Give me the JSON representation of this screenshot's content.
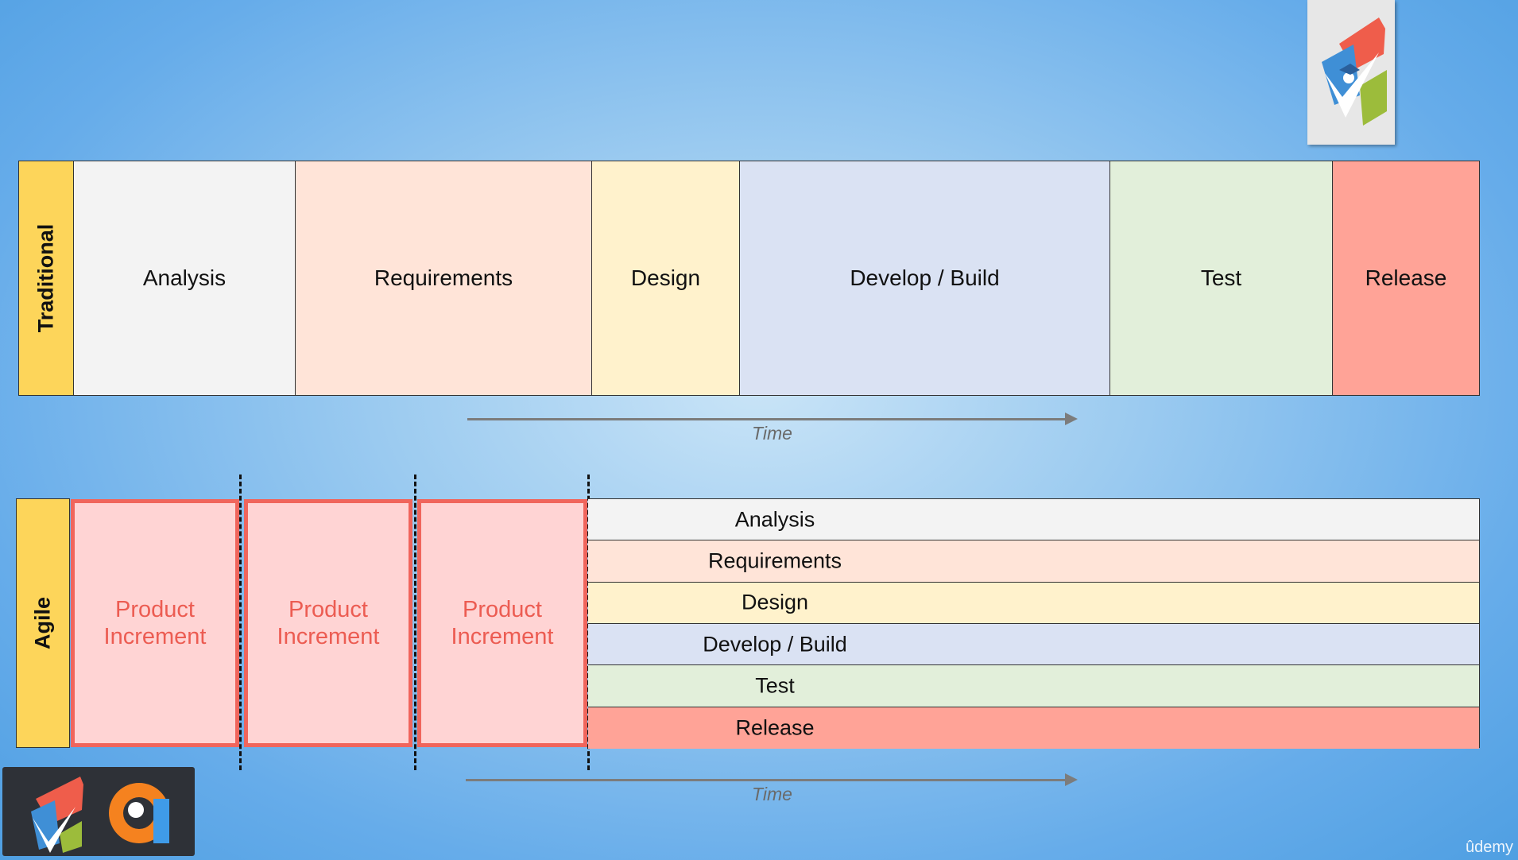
{
  "traditional": {
    "label": "Traditional",
    "phases": [
      {
        "label": "Analysis",
        "color": "#f3f3f3"
      },
      {
        "label": "Requirements",
        "color": "#ffe4d8"
      },
      {
        "label": "Design",
        "color": "#fff2cc"
      },
      {
        "label": "Develop / Build",
        "color": "#dae2f3"
      },
      {
        "label": "Test",
        "color": "#e2efda"
      },
      {
        "label": "Release",
        "color": "#ffa397"
      }
    ],
    "time_label": "Time"
  },
  "agile": {
    "label": "Agile",
    "increment_line1": "Product",
    "increment_line2": "Increment",
    "rows": [
      {
        "label": "Analysis",
        "color": "#f3f3f3"
      },
      {
        "label": "Requirements",
        "color": "#ffe4d8"
      },
      {
        "label": "Design",
        "color": "#fff2cc"
      },
      {
        "label": "Develop / Build",
        "color": "#dae2f3"
      },
      {
        "label": "Test",
        "color": "#e2efda"
      },
      {
        "label": "Release",
        "color": "#ffa397"
      }
    ],
    "time_label": "Time"
  },
  "watermark": "ûdemy"
}
